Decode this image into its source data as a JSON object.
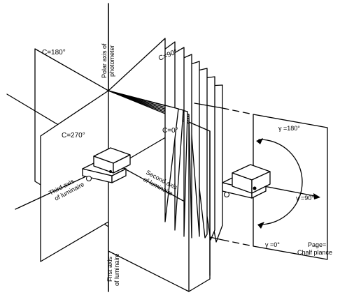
{
  "labels": {
    "polar_axis_1": "Polar axis of",
    "polar_axis_2": "photometer",
    "first_axis_1": "First axis",
    "first_axis_2": "of luminaire",
    "second_axis_1": "Second axis",
    "second_axis_2": "of luminaire",
    "third_axis_1": "Third axis",
    "third_axis_2": "of luminaire",
    "c180": "C=180°",
    "c90": "C=90°",
    "c270": "C=270°",
    "c0": "C=0°",
    "g180": "γ =180°",
    "g90": "γ =90°",
    "g0": "γ =0°",
    "page_1": "Page=",
    "page_2": "Chalf plance"
  }
}
